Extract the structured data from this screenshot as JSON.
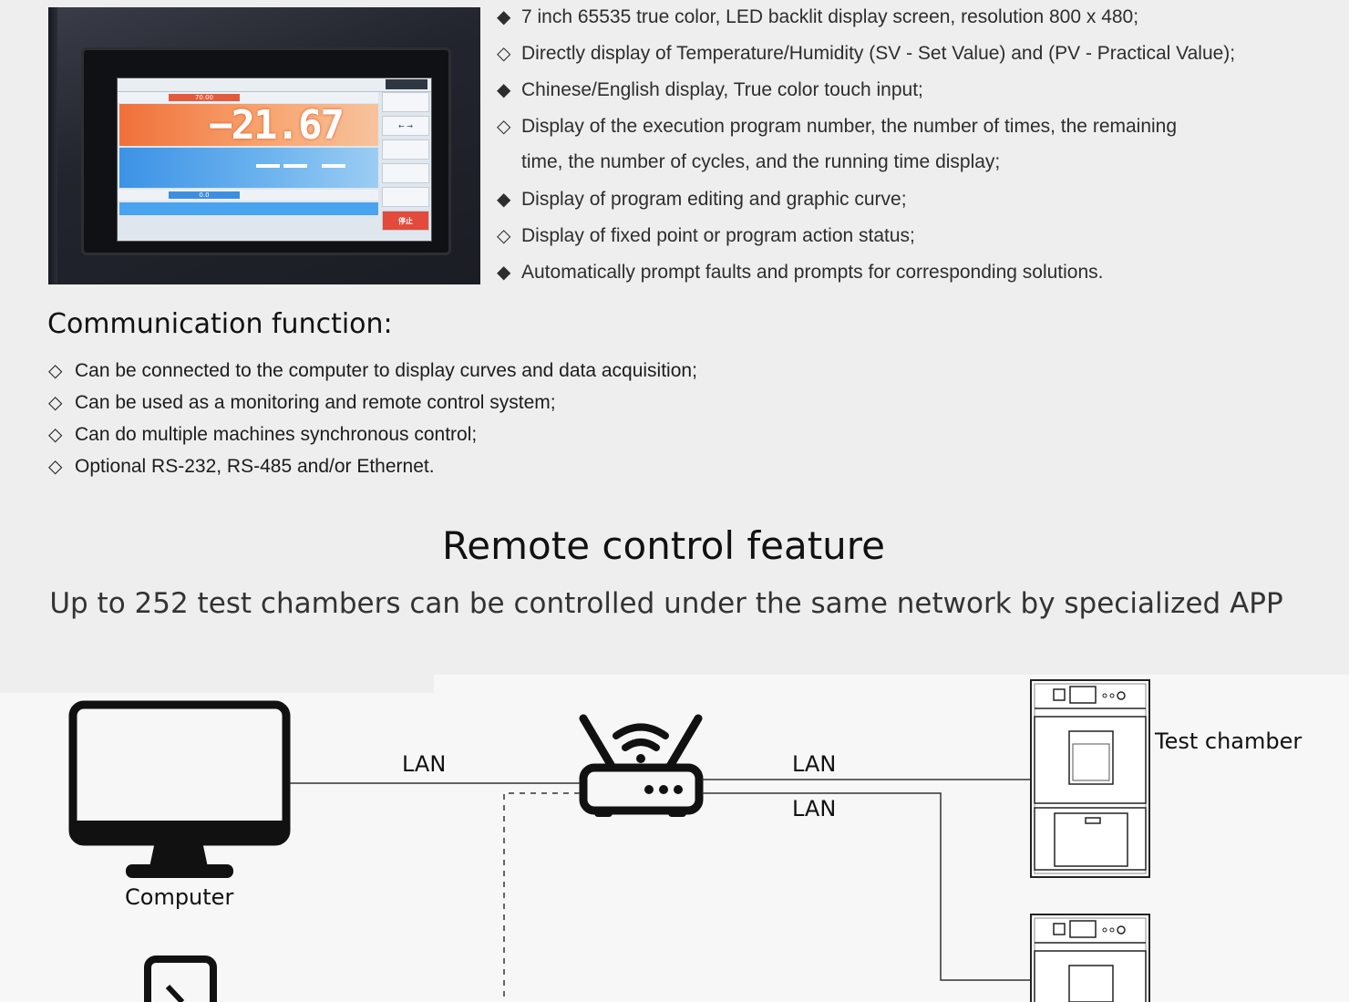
{
  "display_photo": {
    "lcd_temperature": "−21.67",
    "lcd_setvalue": "70.00",
    "lcd_humidity_setvalue": "0.0",
    "lcd_stop_button": "停止"
  },
  "features": [
    {
      "marker": "◆",
      "text": "7 inch 65535 true color, LED backlit display screen, resolution 800 x 480;"
    },
    {
      "marker": "◇",
      "text": "Directly display of Temperature/Humidity (SV - Set Value) and (PV - Practical Value);"
    },
    {
      "marker": "◆",
      "text": "Chinese/English display, True color touch input;"
    },
    {
      "marker": "◇",
      "text": "Display of the execution program number, the number of times, the remaining"
    },
    {
      "marker": "",
      "text": "time, the number of cycles, and the running time display;"
    },
    {
      "marker": "◆",
      "text": "Display of program editing and graphic curve;"
    },
    {
      "marker": "◇",
      "text": "Display of fixed point or program action status;"
    },
    {
      "marker": "◆",
      "text": "Automatically prompt faults and prompts for corresponding solutions."
    }
  ],
  "communication": {
    "heading": "Communication function:",
    "items": [
      {
        "marker": "◇",
        "text": "Can be connected to the computer to display curves and data acquisition;"
      },
      {
        "marker": "◇",
        "text": "Can be used as a monitoring and remote control system;"
      },
      {
        "marker": "◇",
        "text": "Can do multiple machines synchronous control;"
      },
      {
        "marker": "◇",
        "text": "Optional RS-232, RS-485 and/or Ethernet."
      }
    ]
  },
  "remote": {
    "heading": "Remote control feature",
    "subheading": "Up to 252 test chambers can be controlled under the same network by specialized APP"
  },
  "diagram": {
    "computer_label": "Computer",
    "lan_left": "LAN",
    "lan_right_top": "LAN",
    "lan_right_bottom": "LAN",
    "chamber_label": "Test chamber"
  }
}
